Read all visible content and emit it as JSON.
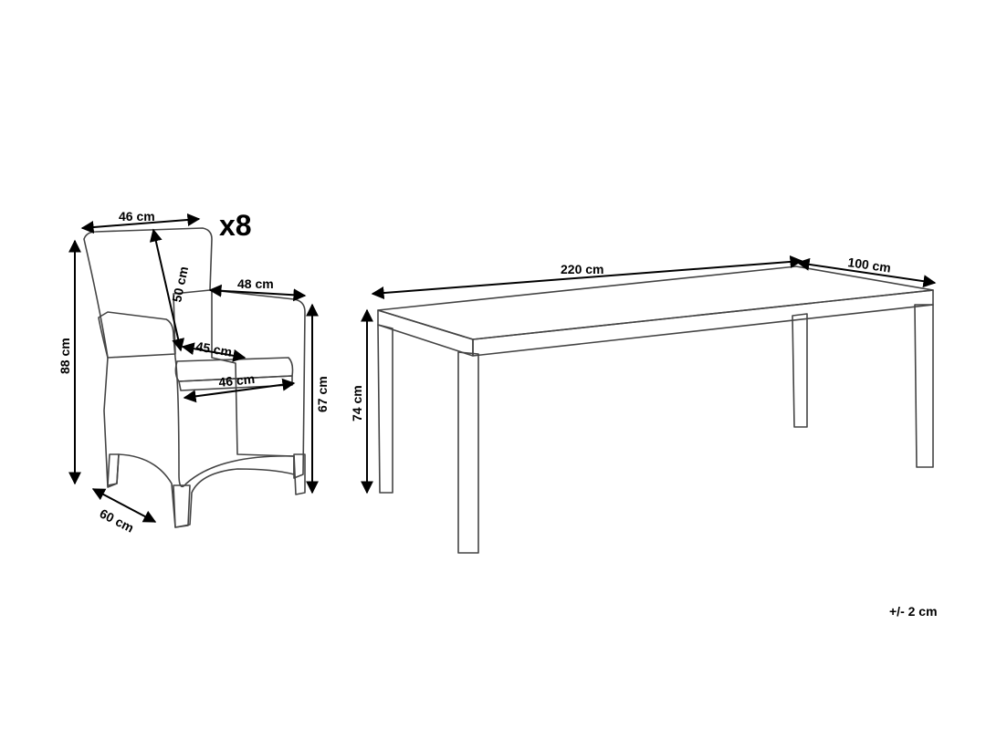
{
  "chair": {
    "quantity": "x8",
    "dimensions": {
      "seat_width_top": "46 cm",
      "backrest_height": "50 cm",
      "armrest_length": "48 cm",
      "total_height": "88 cm",
      "arm_height": "67 cm",
      "seat_depth": "45 cm",
      "seat_width": "46 cm",
      "depth": "60 cm"
    }
  },
  "table": {
    "dimensions": {
      "length": "220 cm",
      "width": "100 cm",
      "height": "74 cm"
    }
  },
  "tolerance": "+/- 2 cm",
  "colors": {
    "line": "#444444",
    "dimension": "#000000",
    "background": "#ffffff"
  }
}
